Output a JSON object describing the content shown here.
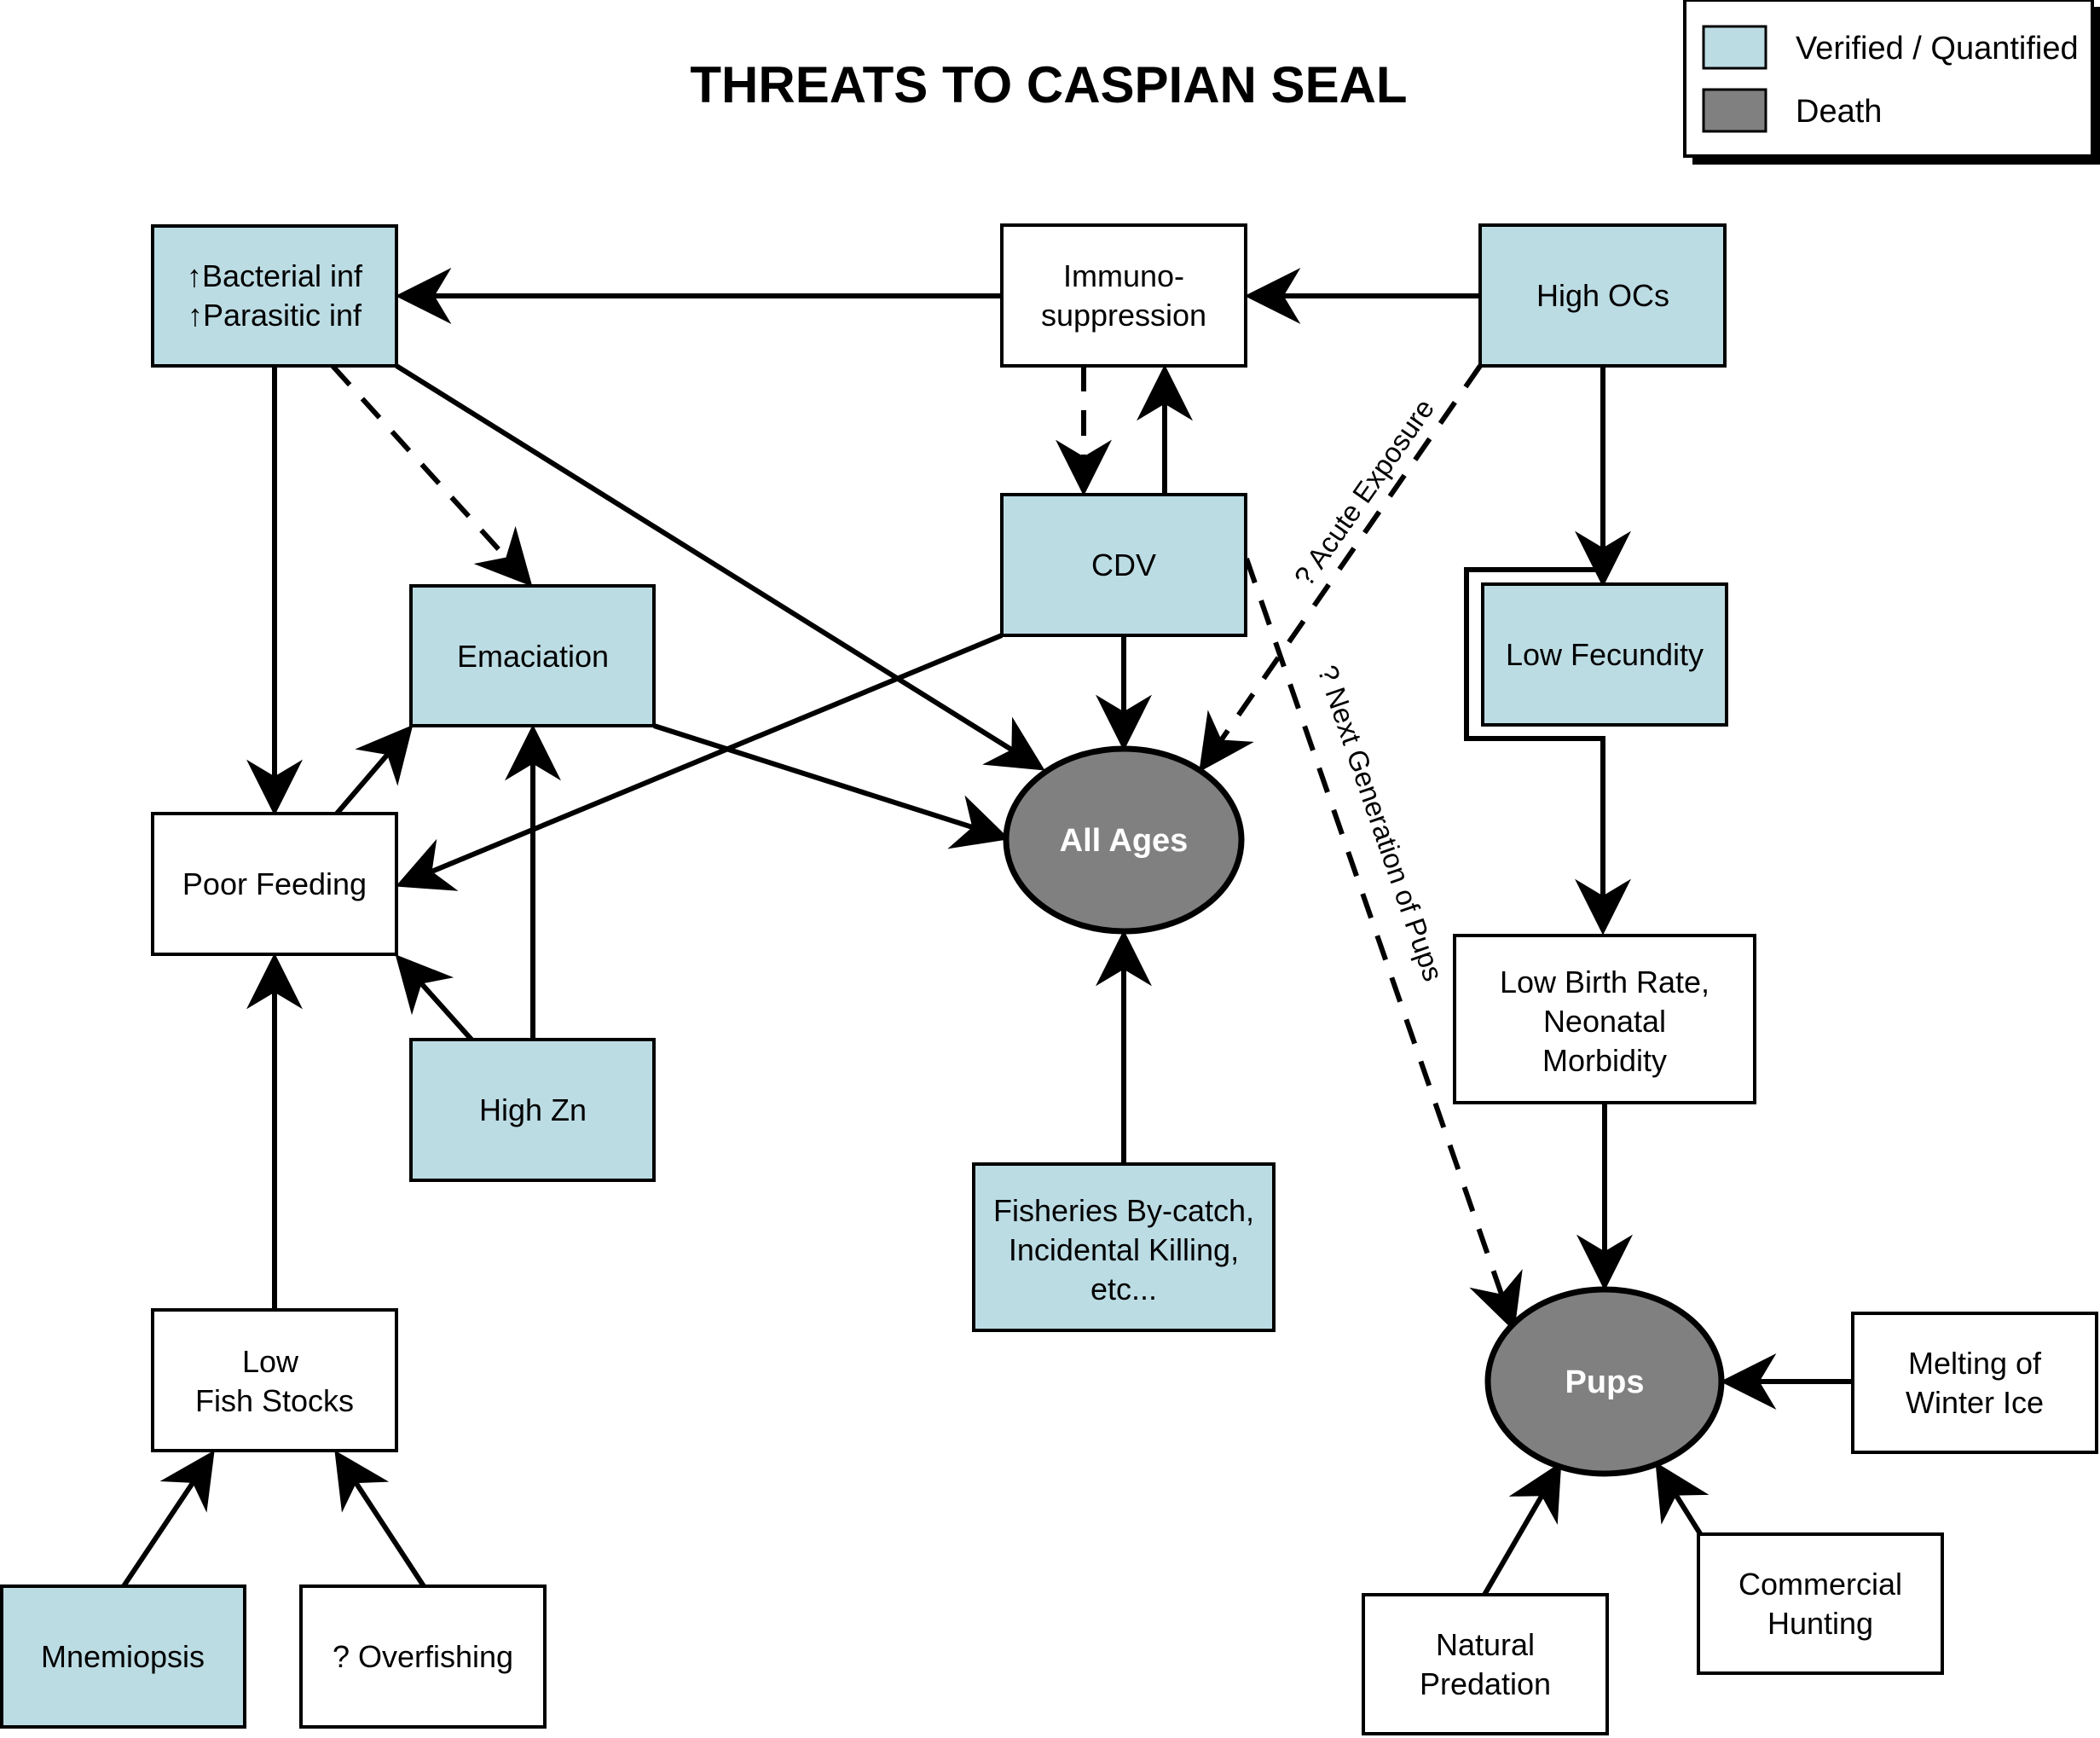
{
  "title": "THREATS TO CASPIAN SEAL",
  "legend": {
    "items": [
      {
        "label": "Verified / Quantified",
        "color": "#bcdce4"
      },
      {
        "label": "Death",
        "color": "#808080"
      }
    ]
  },
  "colors": {
    "verified": "#bcdce4",
    "death": "#808080",
    "plain": "#ffffff",
    "stroke": "#000000"
  },
  "nodes": {
    "bacterial": {
      "lines": [
        "↑Bacterial inf",
        "↑Parasitic inf"
      ],
      "type": "verified"
    },
    "immuno": {
      "lines": [
        "Immuno-",
        "suppression"
      ],
      "type": "plain"
    },
    "high_ocs": {
      "lines": [
        "High OCs"
      ],
      "type": "verified"
    },
    "cdv": {
      "lines": [
        "CDV"
      ],
      "type": "verified"
    },
    "emaciation": {
      "lines": [
        "Emaciation"
      ],
      "type": "verified"
    },
    "low_fecundity": {
      "lines": [
        "Low Fecundity"
      ],
      "type": "verified"
    },
    "poor_feeding": {
      "lines": [
        "Poor Feeding"
      ],
      "type": "plain"
    },
    "all_ages": {
      "lines": [
        "All Ages"
      ],
      "type": "death"
    },
    "high_zn": {
      "lines": [
        "High Zn"
      ],
      "type": "verified"
    },
    "fisheries": {
      "lines": [
        "Fisheries By-catch,",
        "Incidental Killing,",
        "etc..."
      ],
      "type": "verified"
    },
    "low_birth": {
      "lines": [
        "Low Birth Rate,",
        "Neonatal",
        "Morbidity"
      ],
      "type": "plain"
    },
    "low_fish": {
      "lines": [
        "Low",
        "Fish Stocks"
      ],
      "type": "plain"
    },
    "pups": {
      "lines": [
        "Pups"
      ],
      "type": "death"
    },
    "melting": {
      "lines": [
        "Melting of",
        "Winter Ice"
      ],
      "type": "plain"
    },
    "mnemiopsis": {
      "lines": [
        "Mnemiopsis"
      ],
      "type": "verified"
    },
    "overfishing": {
      "lines": [
        "? Overfishing"
      ],
      "type": "plain"
    },
    "commercial": {
      "lines": [
        "Commercial",
        "Hunting"
      ],
      "type": "plain"
    },
    "natural": {
      "lines": [
        "Natural",
        "Predation"
      ],
      "type": "plain"
    }
  },
  "edges": [
    {
      "from": "immuno",
      "to": "bacterial",
      "style": "solid"
    },
    {
      "from": "high_ocs",
      "to": "immuno",
      "style": "solid"
    },
    {
      "from": "immuno",
      "to": "cdv",
      "style": "dashed"
    },
    {
      "from": "cdv",
      "to": "immuno",
      "style": "solid"
    },
    {
      "from": "high_ocs",
      "to": "low_fecundity",
      "style": "solid"
    },
    {
      "from": "high_ocs",
      "to": "all_ages",
      "style": "dashed",
      "label": "? Acute Exposure"
    },
    {
      "from": "cdv",
      "to": "pups",
      "style": "dashed",
      "label": "? Next Generation of Pups"
    },
    {
      "from": "bacterial",
      "to": "poor_feeding",
      "style": "solid"
    },
    {
      "from": "bacterial",
      "to": "emaciation",
      "style": "dashed"
    },
    {
      "from": "bacterial",
      "to": "all_ages",
      "style": "solid"
    },
    {
      "from": "cdv",
      "to": "all_ages",
      "style": "solid"
    },
    {
      "from": "cdv",
      "to": "poor_feeding",
      "style": "solid"
    },
    {
      "from": "emaciation",
      "to": "all_ages",
      "style": "solid"
    },
    {
      "from": "poor_feeding",
      "to": "emaciation",
      "style": "solid"
    },
    {
      "from": "high_zn",
      "to": "emaciation",
      "style": "solid"
    },
    {
      "from": "high_zn",
      "to": "poor_feeding",
      "style": "solid"
    },
    {
      "from": "low_fish",
      "to": "poor_feeding",
      "style": "solid"
    },
    {
      "from": "mnemiopsis",
      "to": "low_fish",
      "style": "solid"
    },
    {
      "from": "overfishing",
      "to": "low_fish",
      "style": "solid"
    },
    {
      "from": "fisheries",
      "to": "all_ages",
      "style": "solid"
    },
    {
      "from": "low_fecundity",
      "to": "low_birth",
      "style": "solid"
    },
    {
      "from": "low_birth",
      "to": "pups",
      "style": "solid"
    },
    {
      "from": "melting",
      "to": "pups",
      "style": "solid"
    },
    {
      "from": "natural",
      "to": "pups",
      "style": "solid"
    },
    {
      "from": "commercial",
      "to": "pups",
      "style": "solid"
    }
  ],
  "edge_labels": {
    "acute": "? Acute Exposure",
    "next_gen": "? Next Generation of Pups"
  }
}
